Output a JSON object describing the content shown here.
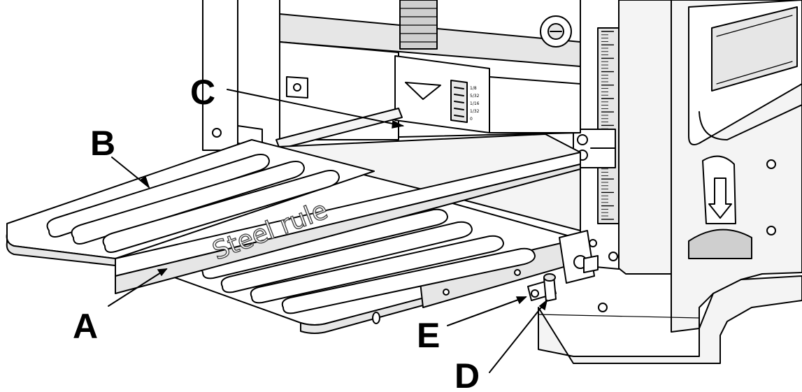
{
  "labels": {
    "a": "A",
    "b": "B",
    "c": "C",
    "d": "D",
    "e": "E",
    "steel_rule": "Steel rule"
  },
  "depth_scale_marks": [
    "1/8",
    "5/32",
    "1/16",
    "1/32",
    "0"
  ],
  "colors": {
    "line": "#000000",
    "surface": "#ffffff",
    "shade": "#e6e6e6"
  }
}
